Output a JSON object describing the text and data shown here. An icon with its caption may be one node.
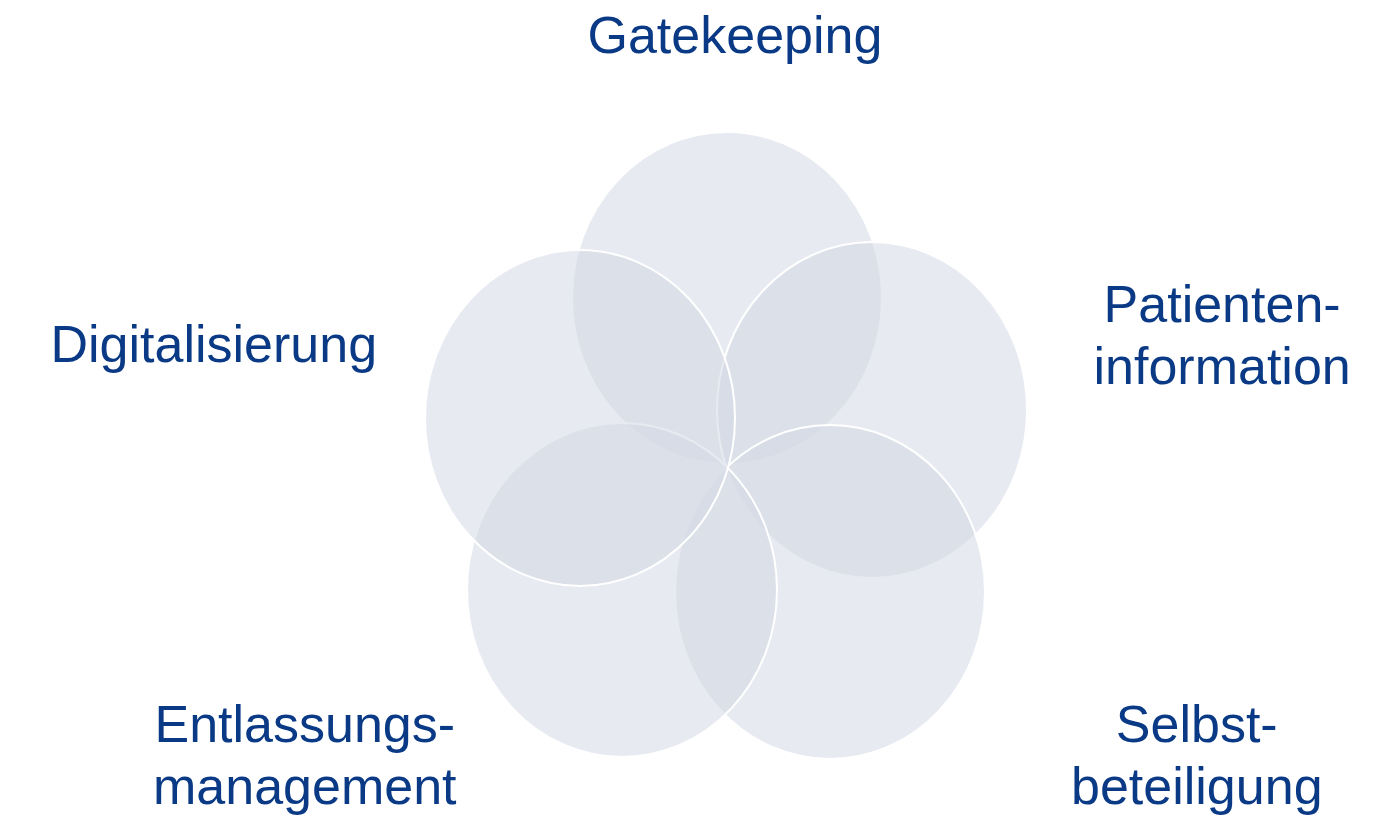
{
  "diagram": {
    "nodes": [
      {
        "text": [
          "Gatekeeping"
        ]
      },
      {
        "text": [
          "Patienten- information"
        ]
      },
      {
        "text": [
          "Selbst- beteiligung"
        ]
      },
      {
        "text": [
          "Entlassungs- management"
        ]
      },
      {
        "text": [
          "Digitalisierung"
        ]
      }
    ]
  }
}
